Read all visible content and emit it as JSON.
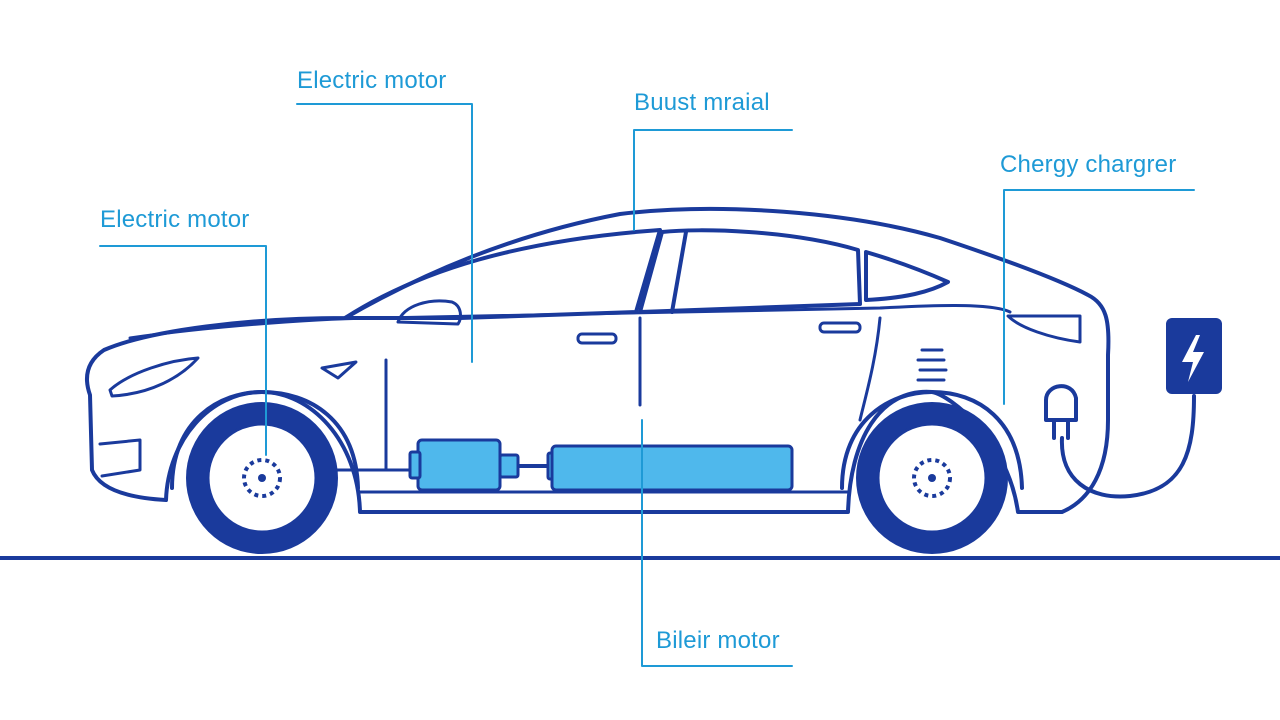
{
  "colors": {
    "outline": "#1a3a9c",
    "callout": "#1e9ad6",
    "component_fill": "#4fb8ec",
    "background": "#ffffff"
  },
  "callouts": [
    {
      "text": "Electric motor"
    },
    {
      "text": "Buust mraial"
    },
    {
      "text": "Chergy chargrer"
    },
    {
      "text": "Electric motor"
    },
    {
      "text": "Bileir motor"
    }
  ],
  "icons": {
    "charger": "lightning-bolt-icon"
  }
}
